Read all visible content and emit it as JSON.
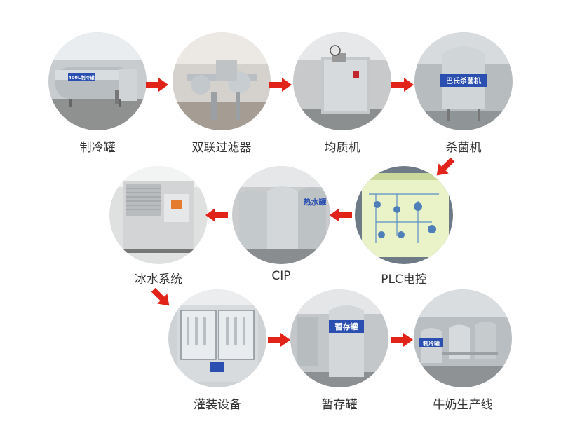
{
  "accent_color": "#e2231a",
  "steps": [
    {
      "label": "制冷罐",
      "sign": "400L制冷罐",
      "icon": "refrigeration-tank-photo"
    },
    {
      "label": "双联过滤器",
      "sign": "",
      "icon": "duplex-filter-photo"
    },
    {
      "label": "均质机",
      "sign": "",
      "icon": "homogenizer-photo"
    },
    {
      "label": "杀菌机",
      "sign": "巴氏杀菌机",
      "icon": "pasteurizer-photo"
    },
    {
      "label": "PLC电控",
      "sign": "",
      "icon": "plc-control-screen-photo"
    },
    {
      "label": "CIP",
      "sign": "热水罐",
      "icon": "cip-tanks-photo"
    },
    {
      "label": "冰水系统",
      "sign": "",
      "icon": "chiller-unit-photo"
    },
    {
      "label": "灌装设备",
      "sign": "",
      "icon": "filling-machine-photo"
    },
    {
      "label": "暂存罐",
      "sign": "暂存罐",
      "icon": "storage-tank-photo"
    },
    {
      "label": "牛奶生产线",
      "sign": "制冷罐",
      "icon": "milk-production-line-photo"
    }
  ]
}
